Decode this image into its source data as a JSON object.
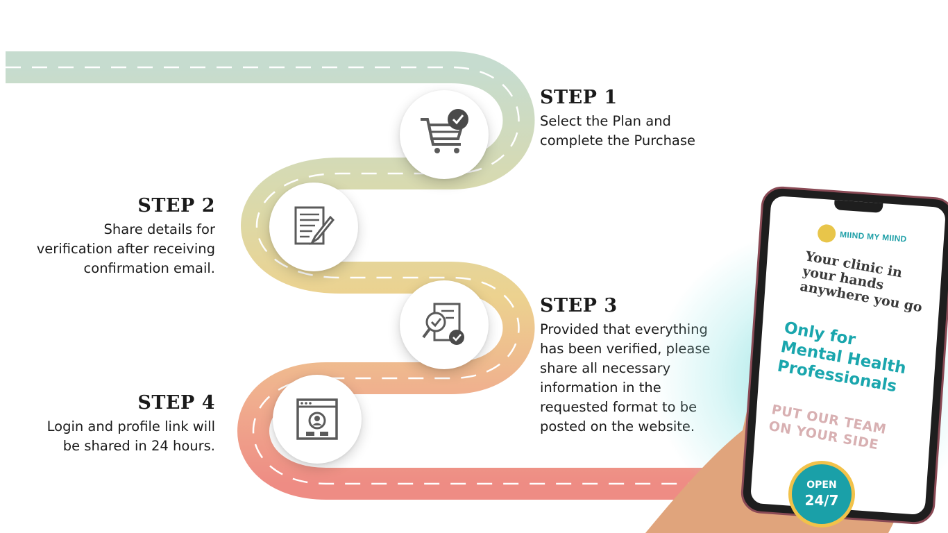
{
  "steps": [
    {
      "title": "STEP 1",
      "lines": [
        "Select the Plan and",
        "complete the Purchase"
      ]
    },
    {
      "title": "STEP 2",
      "lines": [
        "Share details for",
        "verification after receiving",
        "confirmation email."
      ]
    },
    {
      "title": "STEP 3",
      "lines": [
        "Provided that everything",
        "has been verified, please",
        "share all necessary",
        "information in the",
        "requested format to be",
        "posted on the website."
      ]
    },
    {
      "title": "STEP 4",
      "lines": [
        "Login and profile link will",
        "be shared in 24 hours."
      ]
    }
  ],
  "icons": [
    "shopping-cart-check-icon",
    "document-edit-icon",
    "document-search-check-icon",
    "browser-profile-icon"
  ],
  "phone": {
    "brand": "MIIND MY MIIND",
    "tagline": [
      "Your clinic in",
      "your hands",
      "anywhere you go"
    ],
    "highlight": [
      "Only for",
      "Mental Health",
      "Professionals"
    ],
    "cta": [
      "PUT OUR TEAM",
      "ON YOUR SIDE"
    ],
    "badge_line1": "OPEN",
    "badge_line2": "24/7"
  },
  "colors": {
    "road_top": "#c6dccf",
    "road_mid": "#ead79a",
    "road_bottom": "#ef8f86",
    "icon_gray": "#5a5a5a",
    "teal": "#1aa0a8",
    "gold": "#f2c24a"
  }
}
